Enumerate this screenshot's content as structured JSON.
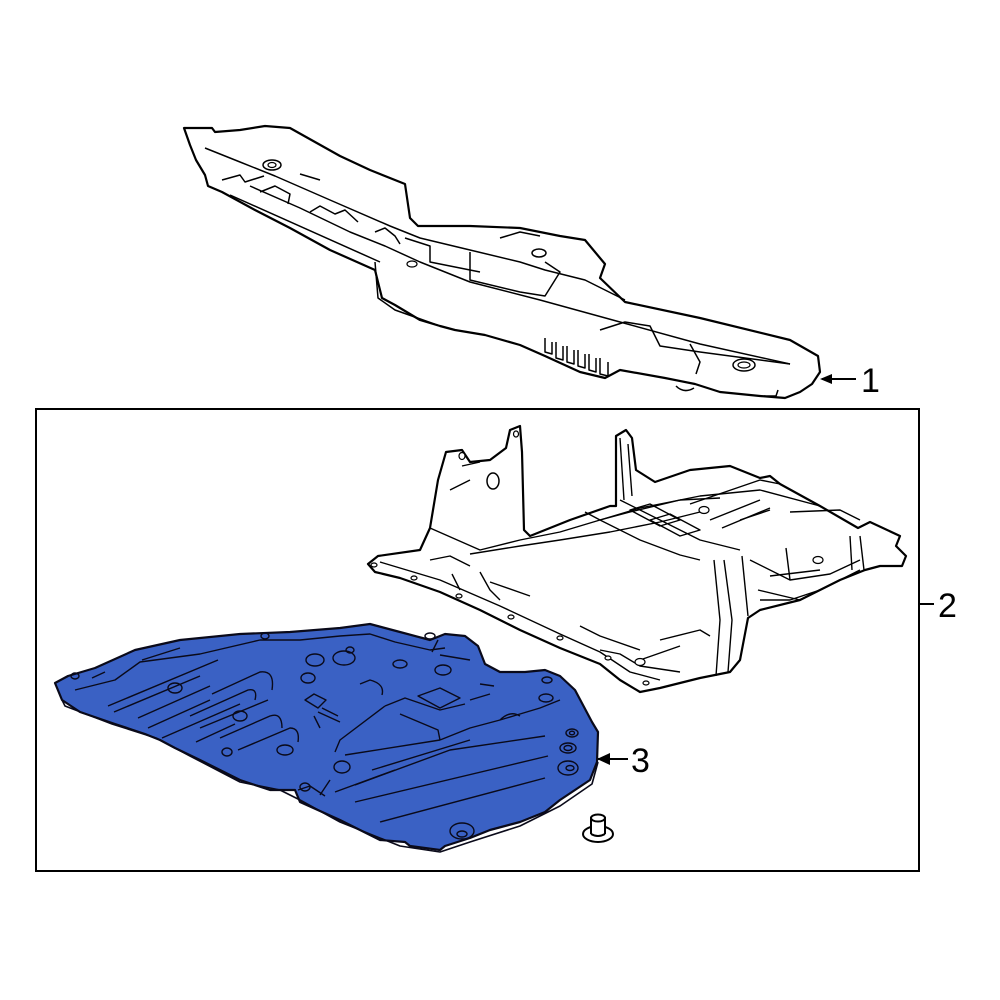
{
  "diagram": {
    "type": "exploded parts diagram",
    "colors": {
      "highlight_fill": "#3a61c4",
      "line": "#000000",
      "part_fill": "#ffffff",
      "background": "#ffffff"
    },
    "parts": [
      {
        "number": "1",
        "label": "1",
        "description": "upper radiator support cover"
      },
      {
        "number": "2",
        "label": "2",
        "description": "splash shield assembly (group bracket)"
      },
      {
        "number": "3",
        "label": "3",
        "description": "under cover (highlighted)"
      },
      {
        "number": "",
        "label": "",
        "description": "fastener / clip"
      }
    ],
    "group_box": {
      "encloses": [
        "2",
        "3",
        "fastener"
      ]
    }
  }
}
